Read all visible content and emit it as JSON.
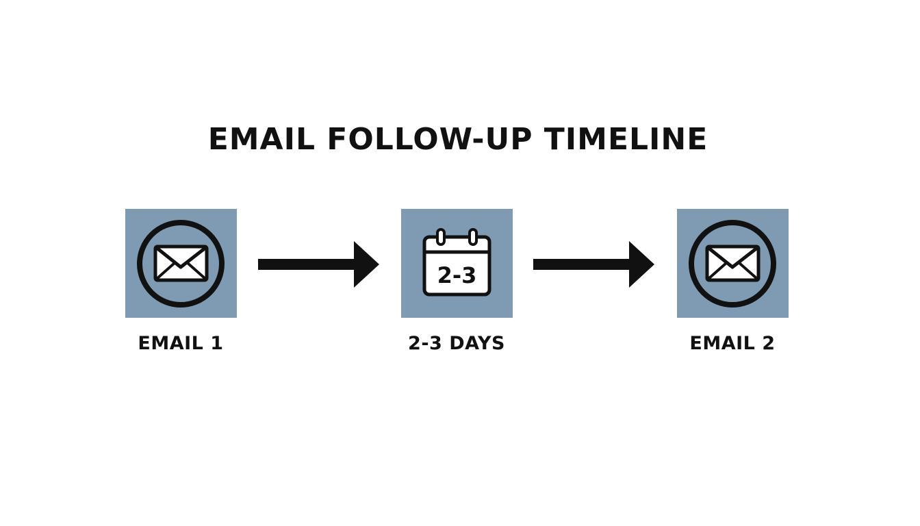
{
  "title": "EMAIL FOLLOW-UP TIMELINE",
  "colors": {
    "tile": "#7f9bb3",
    "ink": "#111111",
    "background": "#ffffff"
  },
  "steps": [
    {
      "icon": "envelope-icon",
      "label": "EMAIL 1"
    },
    {
      "icon": "calendar-icon",
      "label": "2-3 DAYS",
      "calendar_text": "2-3"
    },
    {
      "icon": "envelope-icon",
      "label": "EMAIL 2"
    }
  ],
  "connectors": [
    {
      "icon": "arrow-right-icon"
    },
    {
      "icon": "arrow-right-icon"
    }
  ]
}
